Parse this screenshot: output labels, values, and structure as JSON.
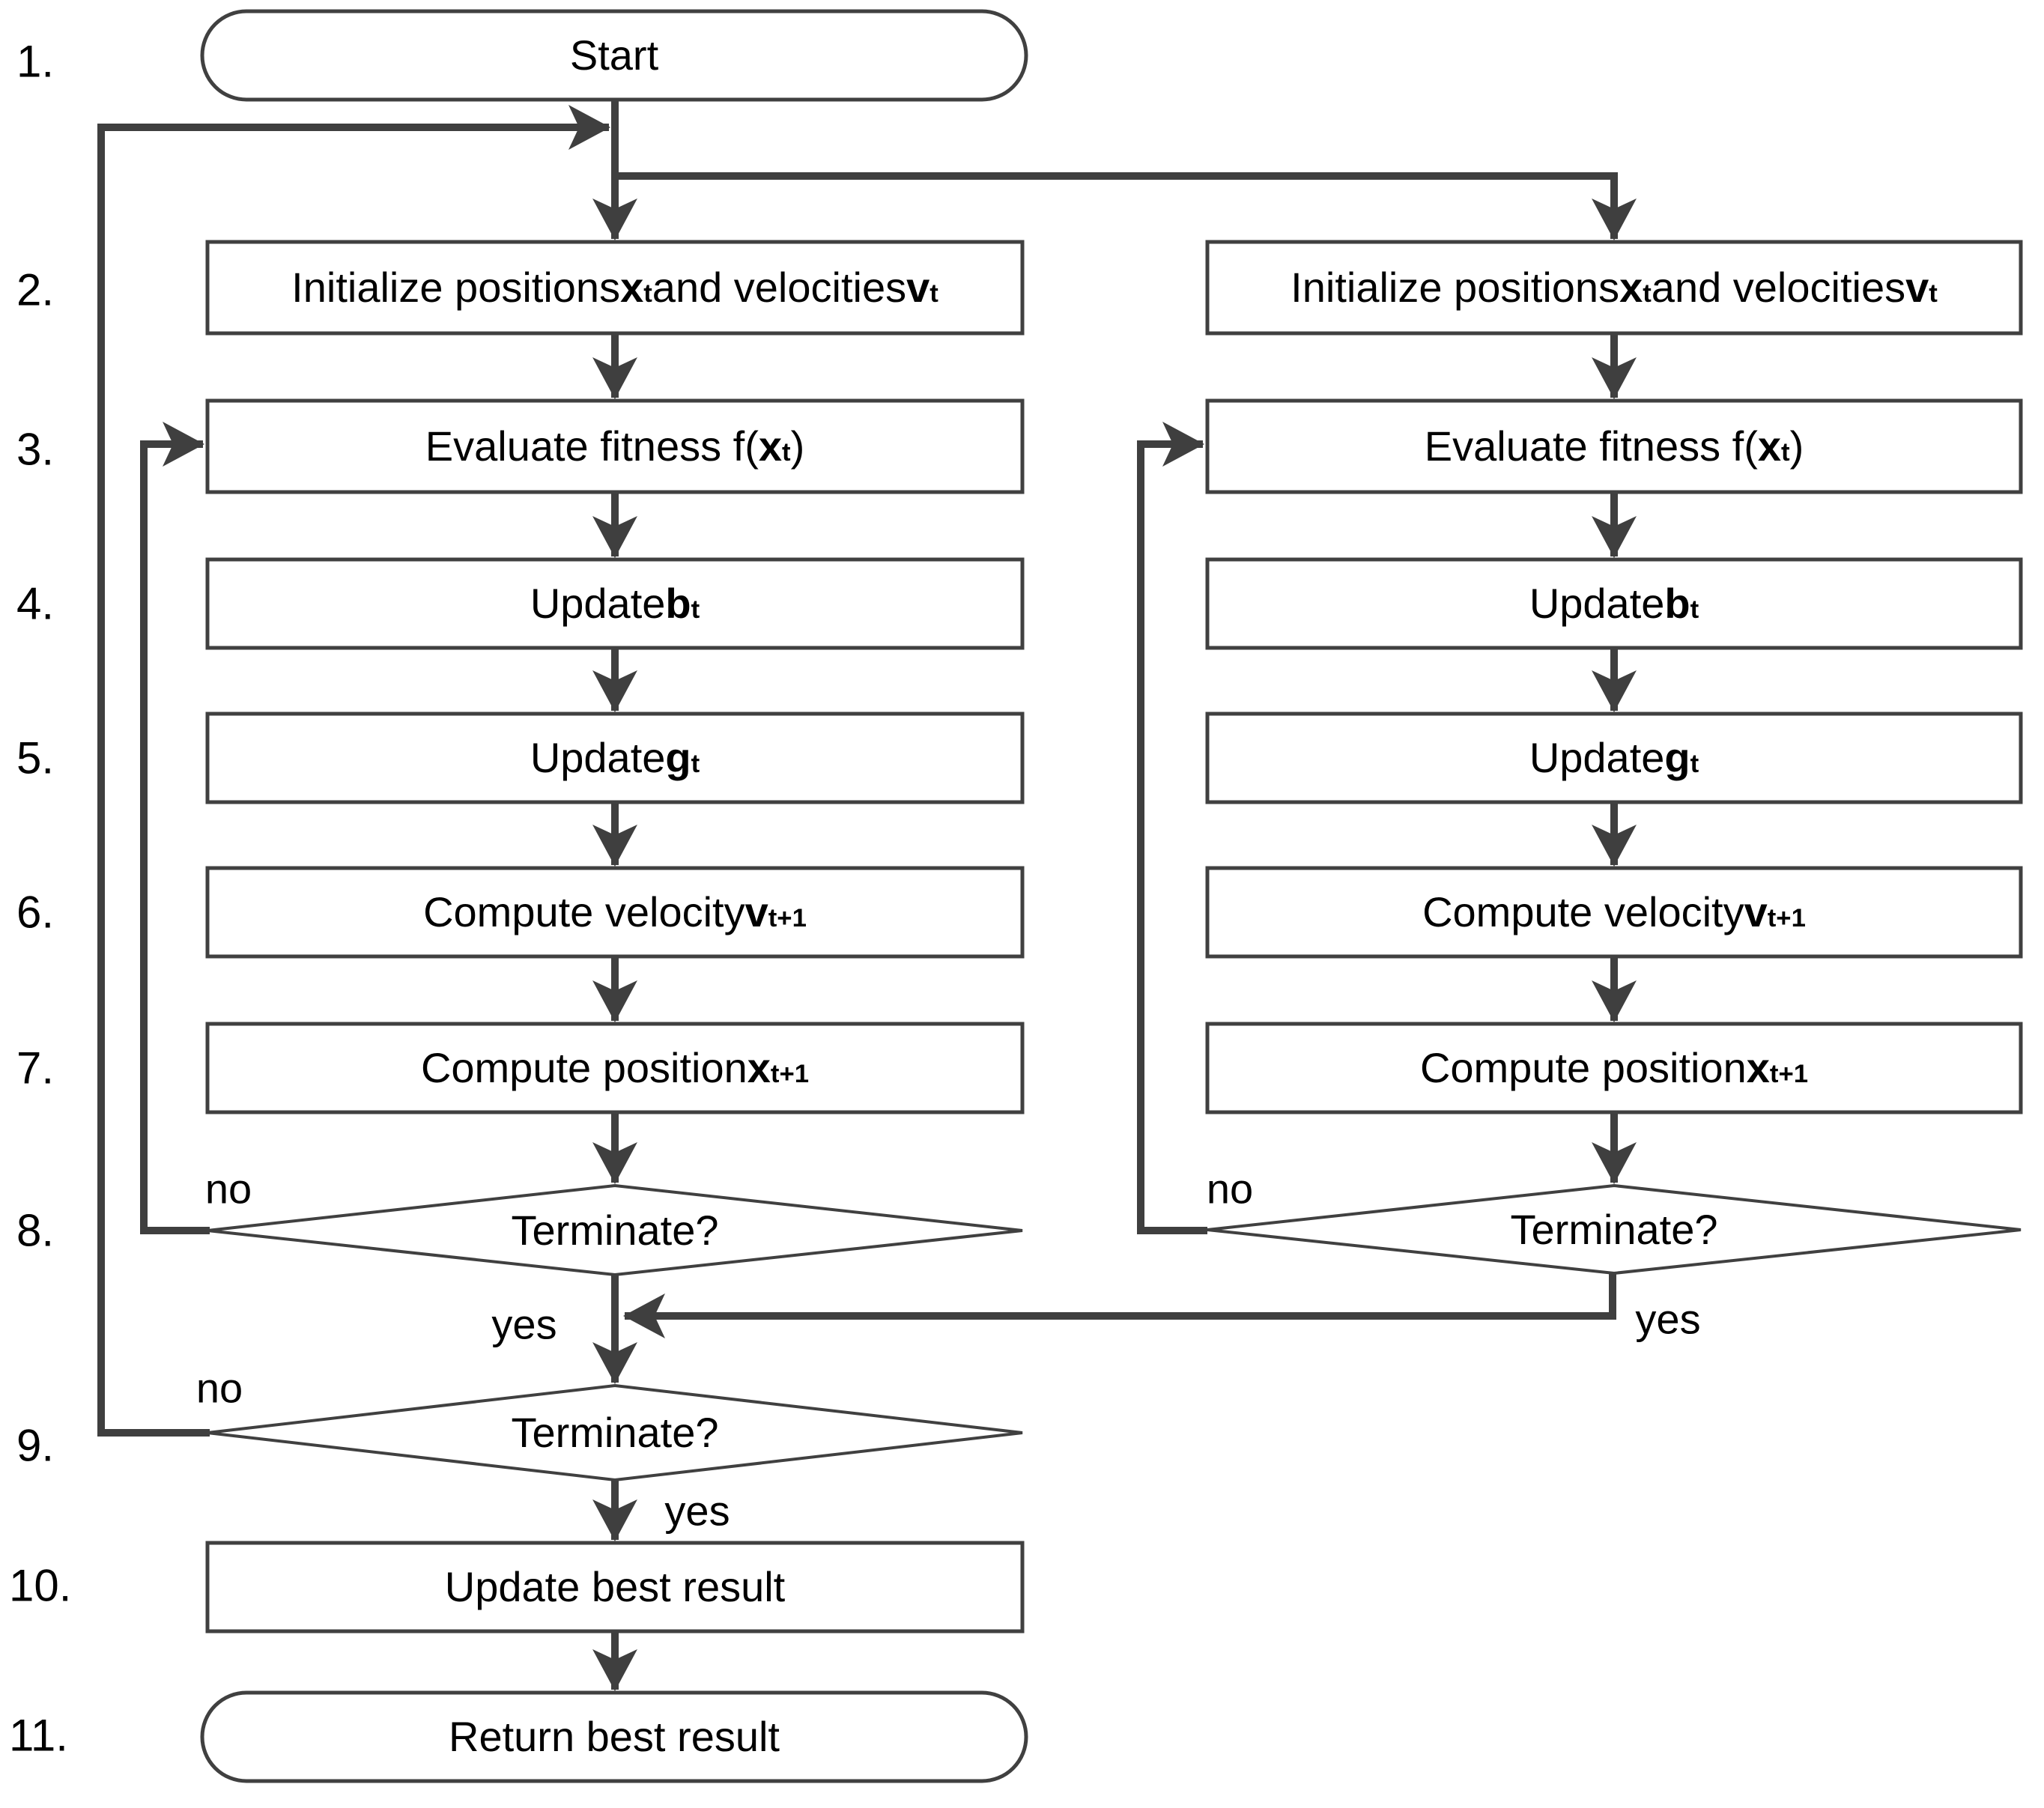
{
  "diagram_type": "flowchart",
  "colors": {
    "line": "#3f3f3f",
    "shape_border": "#404040",
    "text": "#000000",
    "background": "#ffffff"
  },
  "step_numbers": [
    "1.",
    "2.",
    "3.",
    "4.",
    "5.",
    "6.",
    "7.",
    "8.",
    "9.",
    "10.",
    "11."
  ],
  "nodes": {
    "start": {
      "shape": "stadium",
      "segments": [
        {
          "t": "Start"
        }
      ]
    },
    "init_left": {
      "shape": "rect",
      "segments": [
        {
          "t": "Initialize positions "
        },
        {
          "t": "x",
          "b": true
        },
        {
          "t": "t",
          "b": true,
          "sub": true
        },
        {
          "t": " and velocities "
        },
        {
          "t": "v",
          "b": true
        },
        {
          "t": "t",
          "b": true,
          "sub": true
        }
      ]
    },
    "init_right": {
      "shape": "rect",
      "segments": [
        {
          "t": "Initialize positions "
        },
        {
          "t": "x",
          "b": true
        },
        {
          "t": "t",
          "b": true,
          "sub": true
        },
        {
          "t": " and velocities "
        },
        {
          "t": "v",
          "b": true
        },
        {
          "t": "t",
          "b": true,
          "sub": true
        }
      ]
    },
    "eval_left": {
      "shape": "rect",
      "segments": [
        {
          "t": "Evaluate fitness f("
        },
        {
          "t": "x",
          "b": true
        },
        {
          "t": "t",
          "b": true,
          "sub": true
        },
        {
          "t": ")"
        }
      ]
    },
    "eval_right": {
      "shape": "rect",
      "segments": [
        {
          "t": "Evaluate fitness f("
        },
        {
          "t": "x",
          "b": true
        },
        {
          "t": "t",
          "b": true,
          "sub": true
        },
        {
          "t": ")"
        }
      ]
    },
    "update_b_left": {
      "shape": "rect",
      "segments": [
        {
          "t": "Update "
        },
        {
          "t": "b",
          "b": true
        },
        {
          "t": "t",
          "b": true,
          "sub": true
        }
      ]
    },
    "update_b_right": {
      "shape": "rect",
      "segments": [
        {
          "t": "Update "
        },
        {
          "t": "b",
          "b": true
        },
        {
          "t": "t",
          "b": true,
          "sub": true
        }
      ]
    },
    "update_g_left": {
      "shape": "rect",
      "segments": [
        {
          "t": "Update "
        },
        {
          "t": "g",
          "b": true
        },
        {
          "t": "t",
          "b": true,
          "sub": true
        }
      ]
    },
    "update_g_right": {
      "shape": "rect",
      "segments": [
        {
          "t": "Update "
        },
        {
          "t": "g",
          "b": true
        },
        {
          "t": "t",
          "b": true,
          "sub": true
        }
      ]
    },
    "velocity_left": {
      "shape": "rect",
      "segments": [
        {
          "t": "Compute velocity "
        },
        {
          "t": "v",
          "b": true
        },
        {
          "t": "t+1",
          "b": true,
          "sub": true
        }
      ]
    },
    "velocity_right": {
      "shape": "rect",
      "segments": [
        {
          "t": "Compute velocity "
        },
        {
          "t": "v",
          "b": true
        },
        {
          "t": "t+1",
          "b": true,
          "sub": true
        }
      ]
    },
    "position_left": {
      "shape": "rect",
      "segments": [
        {
          "t": "Compute position "
        },
        {
          "t": "x",
          "b": true
        },
        {
          "t": "t+1",
          "b": true,
          "sub": true
        }
      ]
    },
    "position_right": {
      "shape": "rect",
      "segments": [
        {
          "t": "Compute position "
        },
        {
          "t": "x",
          "b": true
        },
        {
          "t": "t+1",
          "b": true,
          "sub": true
        }
      ]
    },
    "terminate_left": {
      "shape": "diamond",
      "segments": [
        {
          "t": "Terminate?"
        }
      ]
    },
    "terminate_right": {
      "shape": "diamond",
      "segments": [
        {
          "t": "Terminate?"
        }
      ]
    },
    "terminate_main": {
      "shape": "diamond",
      "segments": [
        {
          "t": "Terminate?"
        }
      ]
    },
    "update_best": {
      "shape": "rect",
      "segments": [
        {
          "t": "Update best result"
        }
      ]
    },
    "return_best": {
      "shape": "stadium",
      "segments": [
        {
          "t": "Return best result"
        }
      ]
    }
  },
  "edge_labels": {
    "no_left": "no",
    "yes_left": "yes",
    "no_right": "no",
    "yes_right": "yes",
    "no_main": "no",
    "yes_main": "yes"
  }
}
